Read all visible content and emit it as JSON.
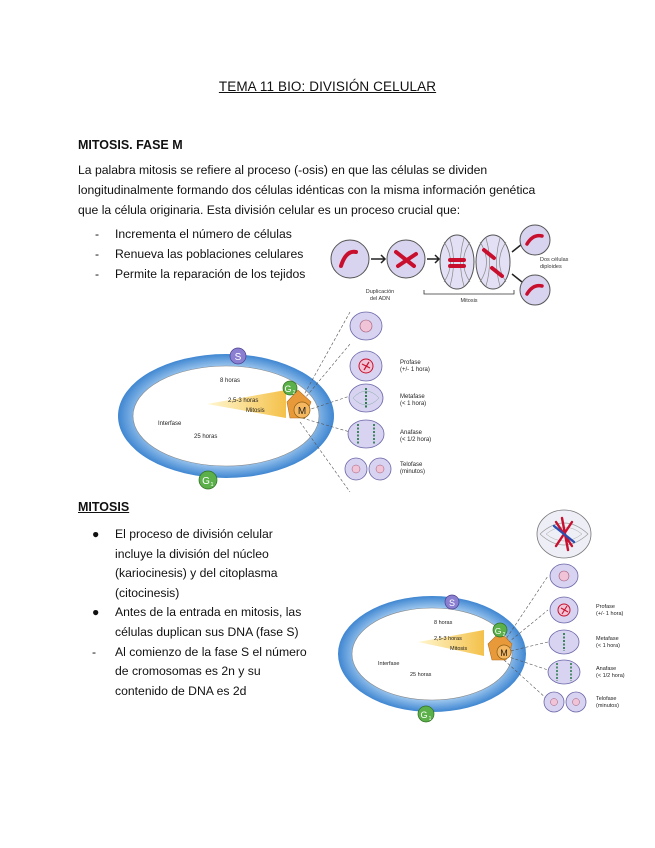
{
  "title": "TEMA 11 BIO: DIVISIÓN CELULAR",
  "section1": {
    "heading": "MITOSIS. FASE M",
    "paragraph_lines": [
      "La palabra mitosis se refiere al proceso (-osis) en que las células se dividen",
      "longitudinalmente formando dos células idénticas con la misma información genética",
      "que la célula originaria. Esta división celular es un proceso crucial que:"
    ],
    "bullet_marker": "-",
    "bullets": [
      "Incrementa el número de células",
      "Renueva las poblaciones celulares",
      "Permite la reparación de los tejidos"
    ]
  },
  "section2": {
    "heading": "MITOSIS",
    "dot_marker": "●",
    "dash_marker": "-",
    "items": [
      {
        "marker": "●",
        "lines": [
          "El proceso de división celular",
          "incluye la división del núcleo",
          "(kariocinesis) y del citoplasma",
          "(citocinesis)"
        ]
      },
      {
        "marker": "●",
        "lines": [
          "Antes de la entrada en mitosis, las",
          "células duplican sus DNA (fase S)"
        ]
      },
      {
        "marker": "-",
        "lines": [
          "Al comienzo de la fase S el número",
          "de cromosomas es 2n y su",
          "contenido de DNA es 2d"
        ]
      }
    ]
  },
  "duplication_figure": {
    "label_duplication": [
      "Duplicación",
      "del ADN"
    ],
    "label_mitosis": "Mitosis",
    "label_daughters": [
      "Dos células",
      "diploides"
    ]
  },
  "cell_cycle": {
    "phase_s": "S",
    "phase_g2": "G",
    "phase_g2_sub": "2",
    "phase_m": "M",
    "phase_g1": "G",
    "phase_g1_sub": "1",
    "label_8h": "8 horas",
    "label_25_3h": "2,5-3 horas",
    "label_mitosis": "Mitosis",
    "label_interfase": "Interfase",
    "label_25h": "25 horas"
  },
  "phases": [
    {
      "name": "Profase",
      "time": "(+/- 1 hora)"
    },
    {
      "name": "Metafase",
      "time": "(< 1 hora)"
    },
    {
      "name": "Anafase",
      "time": "(< 1/2 hora)"
    },
    {
      "name": "Telofase",
      "time": "(minutos)"
    }
  ],
  "colors": {
    "ring_blue": "#4a8fd6",
    "s_purple": "#8a7fd0",
    "g2_green": "#5bb04a",
    "g1_green": "#5bb04a",
    "m_orange": "#e89a3a",
    "chromosome_red": "#c8102e",
    "cell_fill": "#d7d3f0"
  }
}
